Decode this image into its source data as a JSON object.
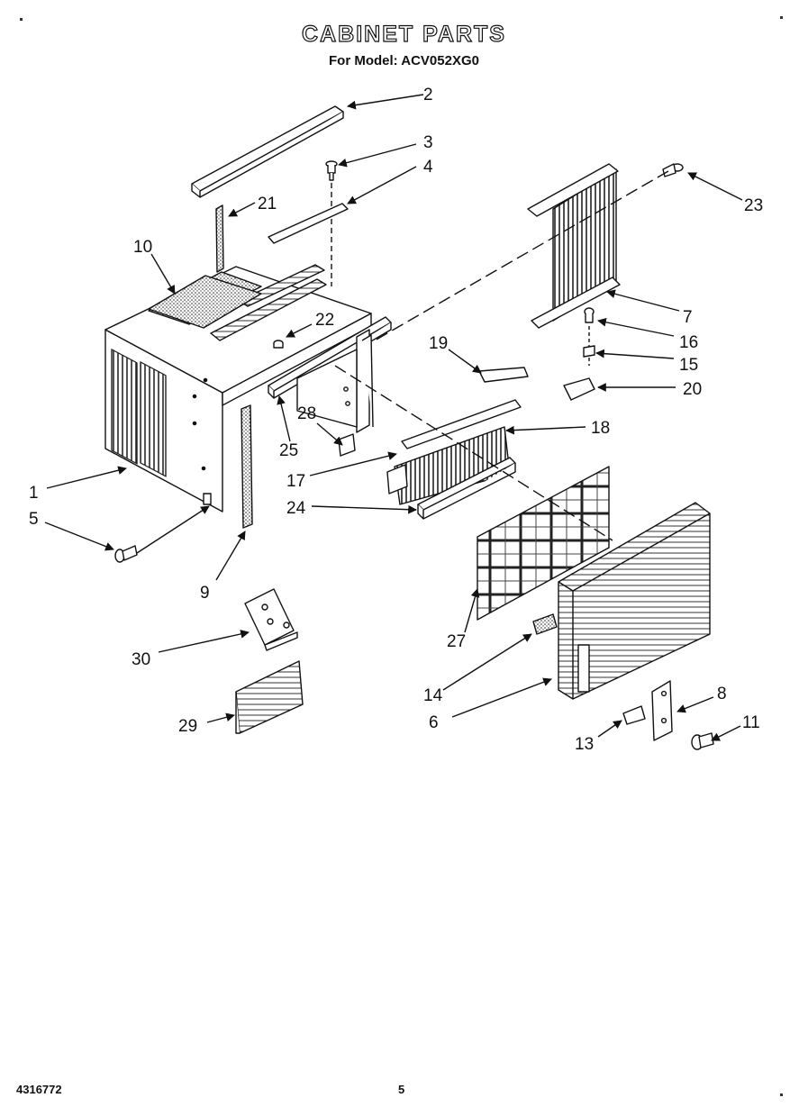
{
  "header": {
    "title": "CABINET PARTS",
    "subtitle": "For Model: ACV052XG0"
  },
  "footer": {
    "doc_number": "4316772",
    "page_number": "5"
  },
  "callouts": [
    {
      "id": "c1",
      "label": "1"
    },
    {
      "id": "c2",
      "label": "2"
    },
    {
      "id": "c3",
      "label": "3"
    },
    {
      "id": "c4",
      "label": "4"
    },
    {
      "id": "c5",
      "label": "5"
    },
    {
      "id": "c6",
      "label": "6"
    },
    {
      "id": "c7",
      "label": "7"
    },
    {
      "id": "c8",
      "label": "8"
    },
    {
      "id": "c9",
      "label": "9"
    },
    {
      "id": "c10",
      "label": "10"
    },
    {
      "id": "c11",
      "label": "11"
    },
    {
      "id": "c13",
      "label": "13"
    },
    {
      "id": "c14",
      "label": "14"
    },
    {
      "id": "c15",
      "label": "15"
    },
    {
      "id": "c16",
      "label": "16"
    },
    {
      "id": "c17",
      "label": "17"
    },
    {
      "id": "c18",
      "label": "18"
    },
    {
      "id": "c19",
      "label": "19"
    },
    {
      "id": "c20",
      "label": "20"
    },
    {
      "id": "c21",
      "label": "21"
    },
    {
      "id": "c22",
      "label": "22"
    },
    {
      "id": "c23",
      "label": "23"
    },
    {
      "id": "c24",
      "label": "24"
    },
    {
      "id": "c25",
      "label": "25"
    },
    {
      "id": "c27",
      "label": "27"
    },
    {
      "id": "c28",
      "label": "28"
    },
    {
      "id": "c29",
      "label": "29"
    },
    {
      "id": "c30",
      "label": "30"
    }
  ]
}
